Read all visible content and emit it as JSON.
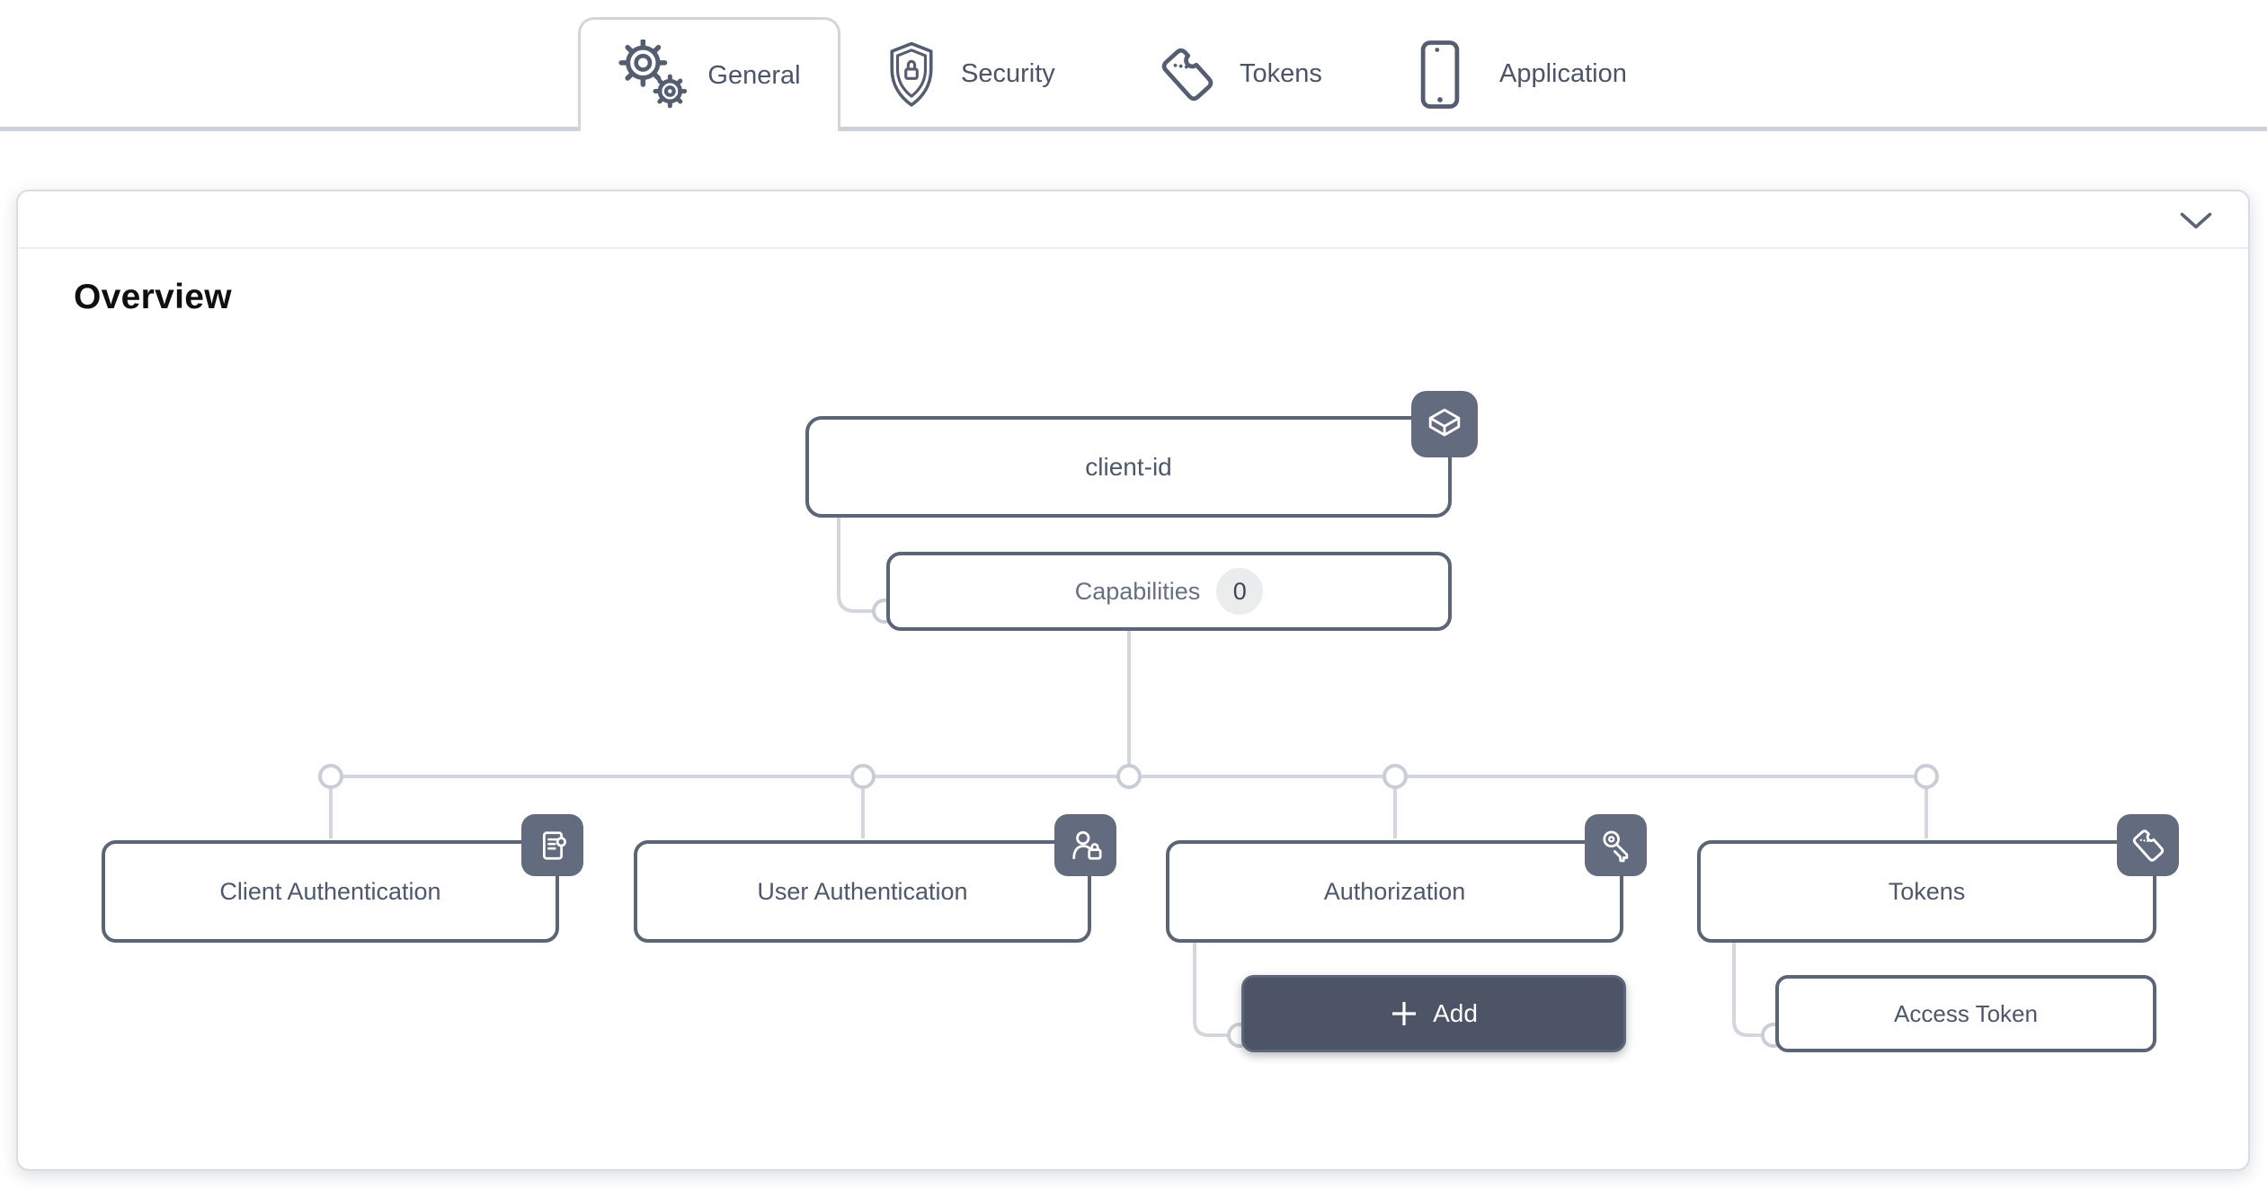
{
  "tabs": [
    {
      "label": "General",
      "icon": "gears-icon",
      "active": true
    },
    {
      "label": "Security",
      "icon": "shield-lock-icon",
      "active": false
    },
    {
      "label": "Tokens",
      "icon": "ticket-icon",
      "active": false
    },
    {
      "label": "Application",
      "icon": "phone-icon",
      "active": false
    }
  ],
  "panel": {
    "title": "Overview",
    "collapse_icon": "chevron-down-icon"
  },
  "diagram": {
    "root": {
      "label": "client-id",
      "badge_icon": "package-icon"
    },
    "capabilities": {
      "label": "Capabilities",
      "count": "0"
    },
    "children": [
      {
        "label": "Client Authentication",
        "badge_icon": "list-details-icon"
      },
      {
        "label": "User Authentication",
        "badge_icon": "user-lock-icon"
      },
      {
        "label": "Authorization",
        "badge_icon": "key-icon"
      },
      {
        "label": "Tokens",
        "badge_icon": "ticket-icon"
      }
    ],
    "add_button": {
      "label": "Add",
      "icon": "plus-icon"
    },
    "access_token": {
      "label": "Access Token"
    }
  },
  "colors": {
    "node_border": "#5c6576",
    "badge_bg": "#636c7e",
    "add_button_bg": "#4c5465",
    "wire": "#d3d6dc",
    "wire_dot_ring": "#c9ced6",
    "tab_text": "#4b5568",
    "node_text": "#4e586b",
    "count_badge_bg": "#ebecee"
  }
}
